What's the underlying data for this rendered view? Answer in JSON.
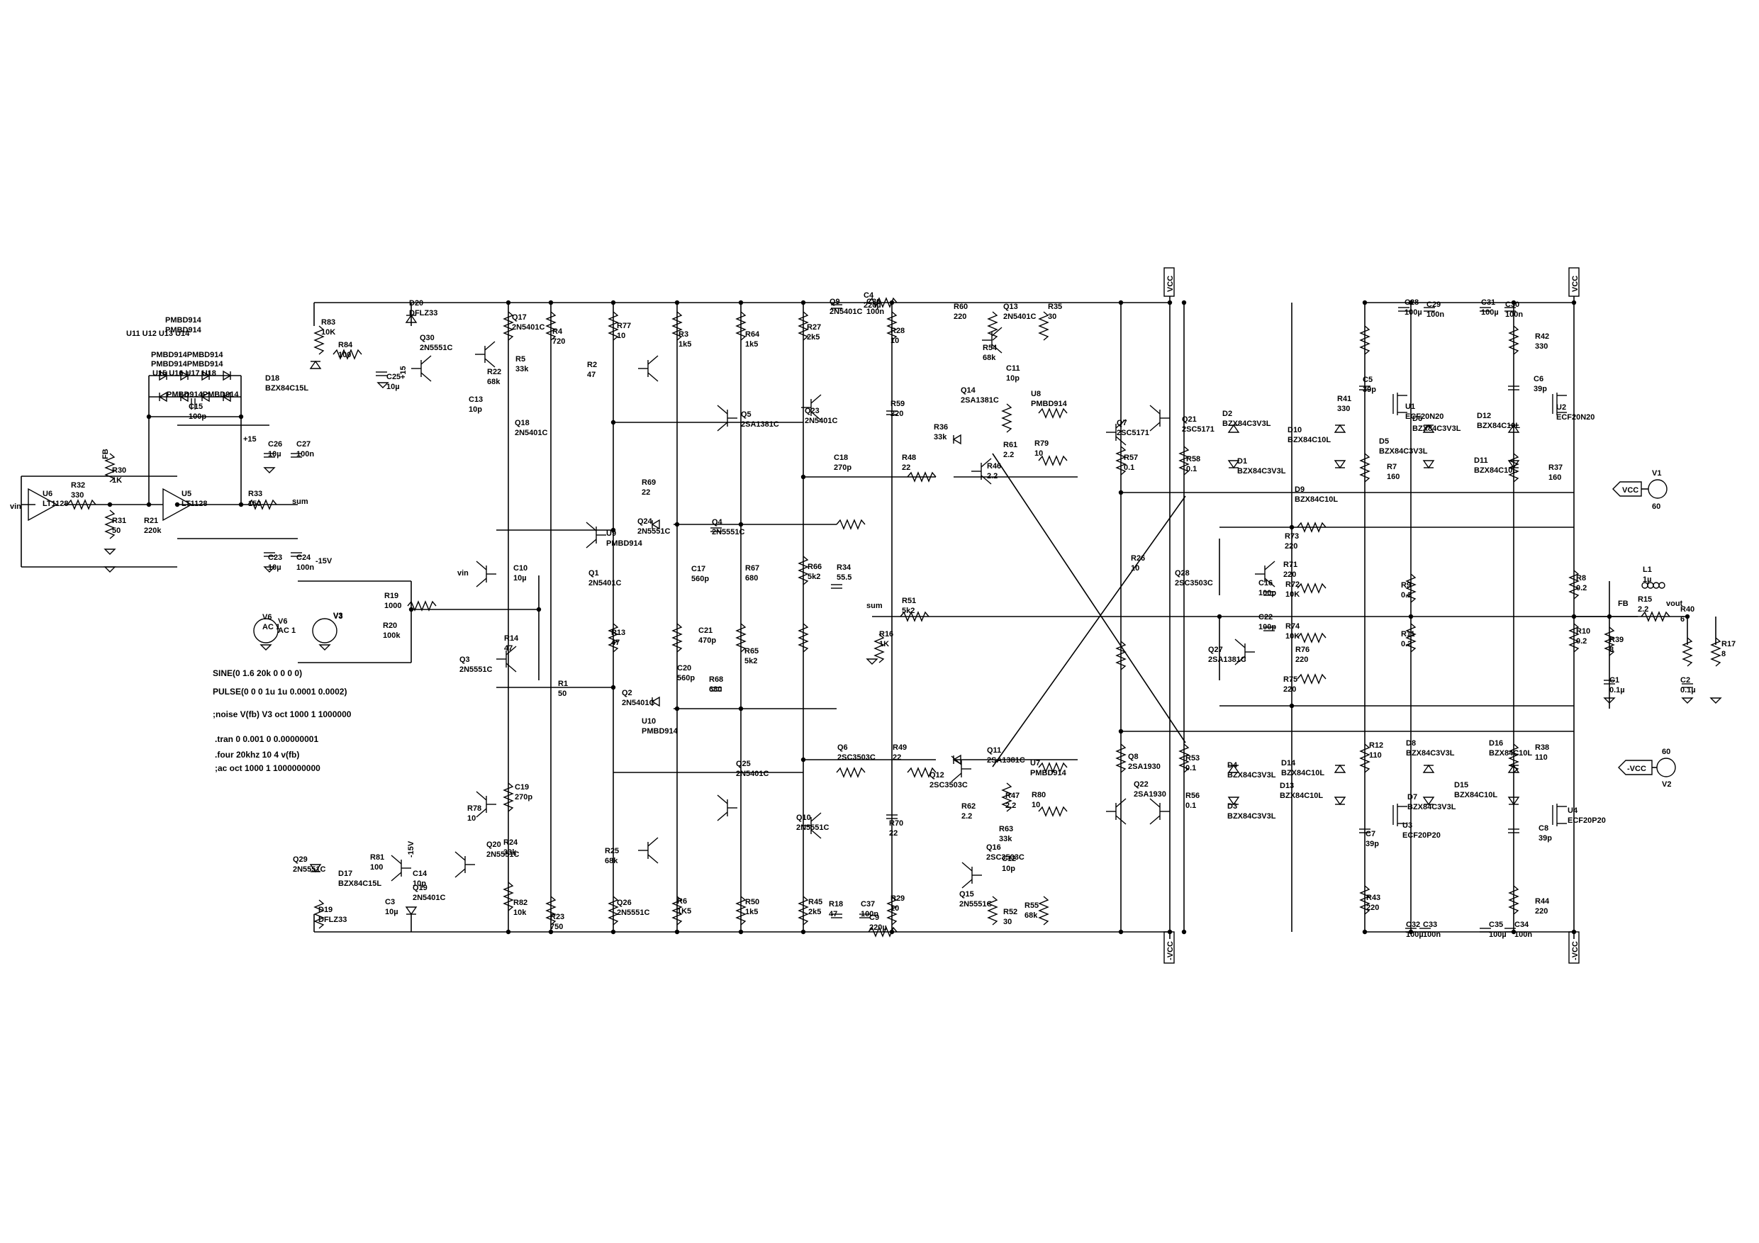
{
  "directives": [
    "SINE(0 1.6 20k 0 0 0 0)",
    "PULSE(0 0 0 1u 1u 0.0001 0.0002)",
    ";noise V(fb) V3 oct 1000 1 1000000",
    ".tran 0 0.001 0 0.00000001",
    ".four 20khz 10 4 v(fb)",
    ";ac oct 1000 1 1000000000"
  ],
  "nets": {
    "vin": "vin",
    "sum": "sum",
    "fb": "FB",
    "vout": "vout",
    "vcc": "VCC",
    "nvcc": "-VCC",
    "p15": "+15",
    "n15": "-15V"
  },
  "sources": [
    {
      "id": "V1",
      "value": "60",
      "net": "VCC"
    },
    {
      "id": "V2",
      "value": "60",
      "net": "-VCC"
    },
    {
      "id": "V3",
      "value": ""
    },
    {
      "id": "V6",
      "value": "AC 1"
    }
  ],
  "labels": [
    [
      "PMBD914",
      "PMBD914"
    ],
    [
      "U11 U12 U13 U14",
      ""
    ],
    [
      "PMBD914PMBD914",
      ""
    ],
    [
      "PMBD914PMBD914",
      ""
    ],
    [
      "U15 U16 U17 U18",
      ""
    ],
    [
      "PMBD914PMBD914",
      ""
    ],
    [
      "C15",
      "100p"
    ],
    [
      "U6",
      "LT1128"
    ],
    [
      "R32",
      "330"
    ],
    [
      "R30",
      "1K"
    ],
    [
      "R31",
      "50"
    ],
    [
      "R21",
      "220k"
    ],
    [
      "U5",
      "LT1128"
    ],
    [
      "R33",
      "150"
    ],
    [
      "C26",
      "10µ"
    ],
    [
      "C27",
      "100n"
    ],
    [
      "C23",
      "10µ"
    ],
    [
      "C24",
      "100n"
    ],
    [
      "V6",
      "AC 1"
    ],
    [
      "V3",
      ""
    ],
    [
      "R19",
      "1000"
    ],
    [
      "R20",
      "100k"
    ],
    [
      "R83",
      "10K"
    ],
    [
      "D18",
      "BZX84C15L"
    ],
    [
      "R84",
      "100"
    ],
    [
      "D20",
      "DFLZ33"
    ],
    [
      "C25",
      "10µ"
    ],
    [
      "Q30",
      "2N5551C"
    ],
    [
      "Q17",
      "2N5401C"
    ],
    [
      "R4",
      "720"
    ],
    [
      "R22",
      "68k"
    ],
    [
      "C13",
      "10p"
    ],
    [
      "R5",
      "33k"
    ],
    [
      "Q18",
      "2N5401C"
    ],
    [
      "R77",
      "10"
    ],
    [
      "R3",
      "1k5"
    ],
    [
      "R64",
      "1k5"
    ],
    [
      "R27",
      "2k5"
    ],
    [
      "R2",
      "47"
    ],
    [
      "Q23",
      "2N5401C"
    ],
    [
      "Q5",
      "2SA1381C"
    ],
    [
      "Q9",
      "2N5401C"
    ],
    [
      "C36",
      "100n"
    ],
    [
      "C4",
      "220µ"
    ],
    [
      "R28",
      "10"
    ],
    [
      "R59",
      "220"
    ],
    [
      "C18",
      "270p"
    ],
    [
      "R48",
      "22"
    ],
    [
      "R69",
      "22"
    ],
    [
      "Q24",
      "2N5551C"
    ],
    [
      "U9",
      "PMBD914"
    ],
    [
      "Q4",
      "2N5551C"
    ],
    [
      "C17",
      "560p"
    ],
    [
      "R67",
      "680"
    ],
    [
      "R66",
      "5k2"
    ],
    [
      "R34",
      "55.5"
    ],
    [
      "C10",
      "10µ"
    ],
    [
      "Q1",
      "2N5401C"
    ],
    [
      "R13",
      "47"
    ],
    [
      "R14",
      "47"
    ],
    [
      "Q3",
      "2N5551C"
    ],
    [
      "C21",
      "470p"
    ],
    [
      "R68",
      "680"
    ],
    [
      "C20",
      "560p"
    ],
    [
      "R65",
      "5k2"
    ],
    [
      "R51",
      "5k2"
    ],
    [
      "R16",
      "1K"
    ],
    [
      "R1",
      "50"
    ],
    [
      "Q2",
      "2N5401C"
    ],
    [
      "U10",
      "PMBD914"
    ],
    [
      "Q25",
      "2N5401C"
    ],
    [
      "Q10",
      "2N5551C"
    ],
    [
      "Q6",
      "2SC3503C"
    ],
    [
      "R49",
      "22"
    ],
    [
      "R70",
      "22"
    ],
    [
      "C19",
      "270p"
    ],
    [
      "R78",
      "10"
    ],
    [
      "R24",
      "33k"
    ],
    [
      "Q20",
      "2N5551C"
    ],
    [
      "C14",
      "10p"
    ],
    [
      "Q19",
      "2N5401C"
    ],
    [
      "Q29",
      "2N5551C"
    ],
    [
      "D17",
      "BZX84C15L"
    ],
    [
      "R81",
      "100"
    ],
    [
      "C3",
      "10µ"
    ],
    [
      "D19",
      "DFLZ33"
    ],
    [
      "R82",
      "10k"
    ],
    [
      "R23",
      "750"
    ],
    [
      "R25",
      "68k"
    ],
    [
      "Q26",
      "2N5551C"
    ],
    [
      "R6",
      "1K5"
    ],
    [
      "R50",
      "1k5"
    ],
    [
      "R45",
      "2k5"
    ],
    [
      "R18",
      "47"
    ],
    [
      "C37",
      "100n"
    ],
    [
      "C9",
      "220µ"
    ],
    [
      "R29",
      "10"
    ],
    [
      "R60",
      "220"
    ],
    [
      "Q13",
      "2N5401C"
    ],
    [
      "R35",
      "30"
    ],
    [
      "R54",
      "68k"
    ],
    [
      "C11",
      "10p"
    ],
    [
      "Q14",
      "2SA1381C"
    ],
    [
      "R36",
      "33k"
    ],
    [
      "U8",
      "PMBD914"
    ],
    [
      "R61",
      "2.2"
    ],
    [
      "R79",
      "10"
    ],
    [
      "R46",
      "2.2"
    ],
    [
      "Q11",
      "2SA1381C"
    ],
    [
      "Q12",
      "2SC3503C"
    ],
    [
      "U7",
      "PMBD914"
    ],
    [
      "R47",
      "2.2"
    ],
    [
      "R80",
      "10"
    ],
    [
      "R62",
      "2.2"
    ],
    [
      "R63",
      "33k"
    ],
    [
      "Q16",
      "2SC3503C"
    ],
    [
      "C12",
      "10p"
    ],
    [
      "Q15",
      "2N5551C"
    ],
    [
      "R52",
      "30"
    ],
    [
      "R55",
      "68k"
    ],
    [
      "Q7",
      "2SC5171"
    ],
    [
      "Q21",
      "2SC5171"
    ],
    [
      "R57",
      "0.1"
    ],
    [
      "R58",
      "0.1"
    ],
    [
      "R26",
      "10"
    ],
    [
      "R53",
      "0.1"
    ],
    [
      "R56",
      "0.1"
    ],
    [
      "Q8",
      "2SA1930"
    ],
    [
      "Q22",
      "2SA1930"
    ],
    [
      "D2",
      "BZX84C3V3L"
    ],
    [
      "D1",
      "BZX84C3V3L"
    ],
    [
      "D10",
      "BZX84C10L"
    ],
    [
      "D9",
      "BZX84C10L"
    ],
    [
      "R41",
      "330"
    ],
    [
      "C28",
      "100µ"
    ],
    [
      "C29",
      "100n"
    ],
    [
      "C5",
      "39p"
    ],
    [
      "U1",
      "ECF20N20"
    ],
    [
      "D6",
      "BZX84C3V3L"
    ],
    [
      "D5",
      "BZX84C3V3L"
    ],
    [
      "R7",
      "160"
    ],
    [
      "C31",
      "100µ"
    ],
    [
      "C30",
      "100n"
    ],
    [
      "R42",
      "330"
    ],
    [
      "C6",
      "39p"
    ],
    [
      "U2",
      "ECF20N20"
    ],
    [
      "D12",
      "BZX84C10L"
    ],
    [
      "D11",
      "BZX84C10L"
    ],
    [
      "R37",
      "160"
    ],
    [
      "Q28",
      "2SC3503C"
    ],
    [
      "R73",
      "220"
    ],
    [
      "R71",
      "220"
    ],
    [
      "C16",
      "100p"
    ],
    [
      "R72",
      "10K"
    ],
    [
      "R9",
      "0.2"
    ],
    [
      "C22",
      "100p"
    ],
    [
      "R74",
      "10K"
    ],
    [
      "R11",
      "0.2"
    ],
    [
      "Q27",
      "2SA1381C"
    ],
    [
      "R76",
      "220"
    ],
    [
      "R75",
      "220"
    ],
    [
      "R8",
      "0.2"
    ],
    [
      "R10",
      "0.2"
    ],
    [
      "R39",
      "8"
    ],
    [
      "C1",
      "0.1µ"
    ],
    [
      "L1",
      "1µ"
    ],
    [
      "R15",
      "2.2"
    ],
    [
      "R40",
      "6"
    ],
    [
      "C2",
      "0.1µ"
    ],
    [
      "R17",
      "8"
    ],
    [
      "D4",
      "BZX84C3V3L"
    ],
    [
      "D3",
      "BZX84C3V3L"
    ],
    [
      "D14",
      "BZX84C10L"
    ],
    [
      "D13",
      "BZX84C10L"
    ],
    [
      "R12",
      "110"
    ],
    [
      "D8",
      "BZX84C3V3L"
    ],
    [
      "D7",
      "BZX84C3V3L"
    ],
    [
      "C7",
      "39p"
    ],
    [
      "U3",
      "ECF20P20"
    ],
    [
      "R43",
      "220"
    ],
    [
      "C32",
      "100µ"
    ],
    [
      "C33",
      "100n"
    ],
    [
      "D16",
      "BZX84C10L"
    ],
    [
      "D15",
      "BZX84C10L"
    ],
    [
      "R38",
      "110"
    ],
    [
      "U4",
      "ECF20P20"
    ],
    [
      "C8",
      "39p"
    ],
    [
      "C35",
      "100µ"
    ],
    [
      "C34",
      "100n"
    ],
    [
      "R44",
      "220"
    ]
  ]
}
